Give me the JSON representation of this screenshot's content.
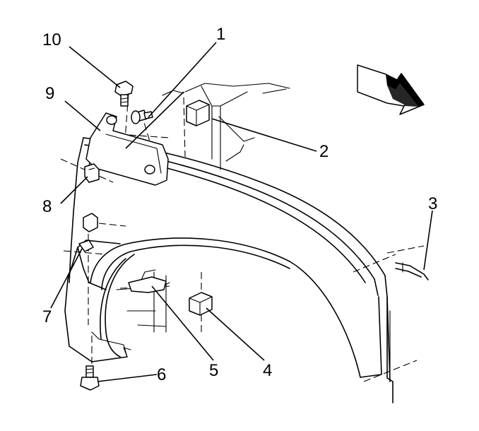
{
  "diagram": {
    "callouts": [
      {
        "id": "callout-1",
        "label": "1"
      },
      {
        "id": "callout-2",
        "label": "2"
      },
      {
        "id": "callout-3",
        "label": "3"
      },
      {
        "id": "callout-4",
        "label": "4"
      },
      {
        "id": "callout-5",
        "label": "5"
      },
      {
        "id": "callout-6",
        "label": "6"
      },
      {
        "id": "callout-7",
        "label": "7"
      },
      {
        "id": "callout-8",
        "label": "8"
      },
      {
        "id": "callout-9",
        "label": "9"
      },
      {
        "id": "callout-10",
        "label": "10"
      }
    ],
    "icons": {
      "direction_arrow": "front-direction-arrow-icon"
    }
  }
}
